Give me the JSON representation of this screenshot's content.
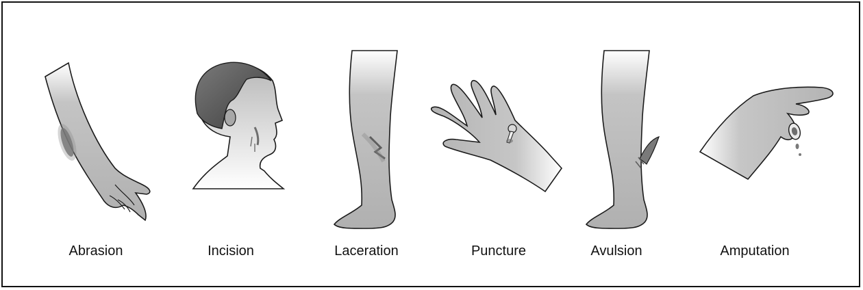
{
  "labels": {
    "abrasion": "Abrasion",
    "incision": "Incision",
    "laceration": "Laceration",
    "puncture": "Puncture",
    "avulsion": "Avulsion",
    "amputation": "Amputation"
  },
  "colors": {
    "skin": "#b9b9b9",
    "skin_light": "#d4d4d4",
    "hair": "#5a5a5a",
    "wound": "#6e6e6e",
    "outline": "#1a1a1a"
  }
}
